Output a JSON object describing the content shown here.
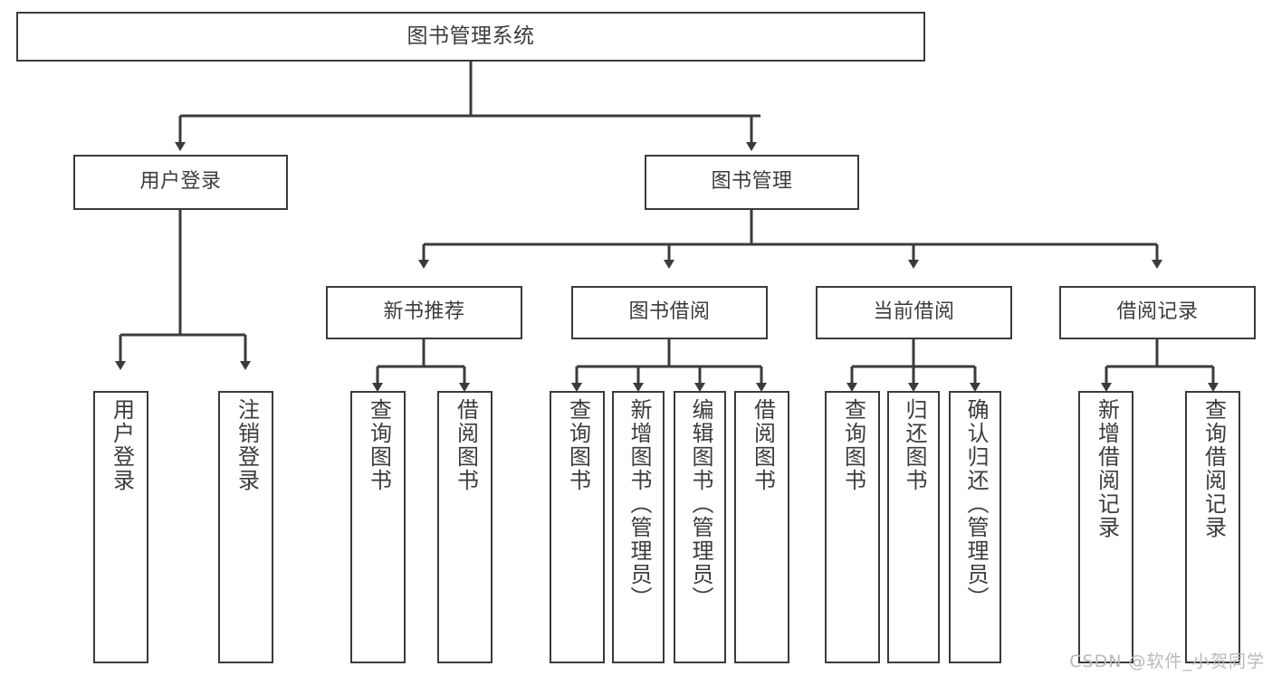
{
  "diagram": {
    "type": "tree-hierarchy-diagram",
    "stroke_color": "#3b3b3b",
    "text_color": "#3c3c3c",
    "background": "#ffffff",
    "watermark": "CSDN @软件_小贺同学"
  },
  "root": {
    "label": "图书管理系统"
  },
  "level2": [
    {
      "label": "用户登录"
    },
    {
      "label": "图书管理"
    }
  ],
  "level3": [
    {
      "label": "新书推荐"
    },
    {
      "label": "图书借阅"
    },
    {
      "label": "当前借阅"
    },
    {
      "label": "借阅记录"
    }
  ],
  "leaves": {
    "user_login": [
      {
        "label": "用户登录"
      },
      {
        "label": "注销登录"
      }
    ],
    "new_book_recommend": [
      {
        "label": "查询图书"
      },
      {
        "label": "借阅图书"
      }
    ],
    "book_borrow": [
      {
        "label": "查询图书"
      },
      {
        "label": "新增图书（管理员）"
      },
      {
        "label": "编辑图书（管理员）"
      },
      {
        "label": "借阅图书"
      }
    ],
    "current_borrow": [
      {
        "label": "查询图书"
      },
      {
        "label": "归还图书"
      },
      {
        "label": "确认归还（管理员）"
      }
    ],
    "borrow_records": [
      {
        "label": "新增借阅记录"
      },
      {
        "label": "查询借阅记录"
      }
    ]
  }
}
